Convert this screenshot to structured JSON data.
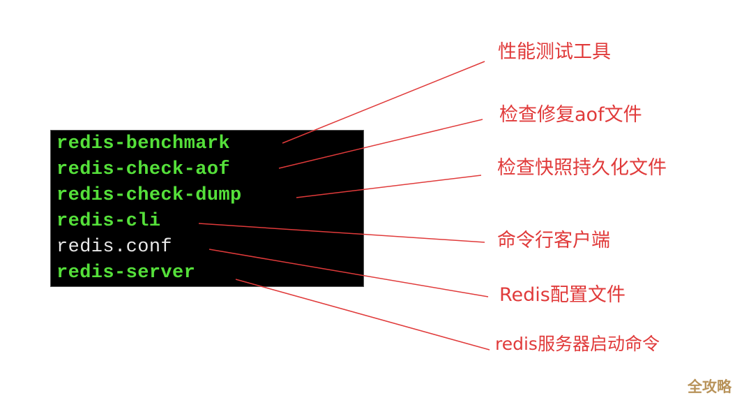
{
  "terminal": {
    "files": [
      {
        "name": "redis-benchmark",
        "color": "#55e03a"
      },
      {
        "name": "redis-check-aof",
        "color": "#55e03a"
      },
      {
        "name": "redis-check-dump",
        "color": "#55e03a"
      },
      {
        "name": "redis-cli",
        "color": "#55e03a"
      },
      {
        "name": "redis.conf",
        "color": "#e8e8e8"
      },
      {
        "name": "redis-server",
        "color": "#55e03a"
      }
    ]
  },
  "annotations": [
    {
      "target": "redis-benchmark",
      "label": "性能测试工具"
    },
    {
      "target": "redis-check-aof",
      "label": "检查修复aof文件"
    },
    {
      "target": "redis-check-dump",
      "label": "检查快照持久化文件"
    },
    {
      "target": "redis-cli",
      "label": "命令行客户端"
    },
    {
      "target": "redis.conf",
      "label": "Redis配置文件"
    },
    {
      "target": "redis-server",
      "label": "redis服务器启动命令"
    }
  ],
  "colors": {
    "annotation": "#e03a3a",
    "executable": "#55e03a",
    "config": "#e8e8e8",
    "background": "#000000"
  },
  "watermark": "全攻略"
}
